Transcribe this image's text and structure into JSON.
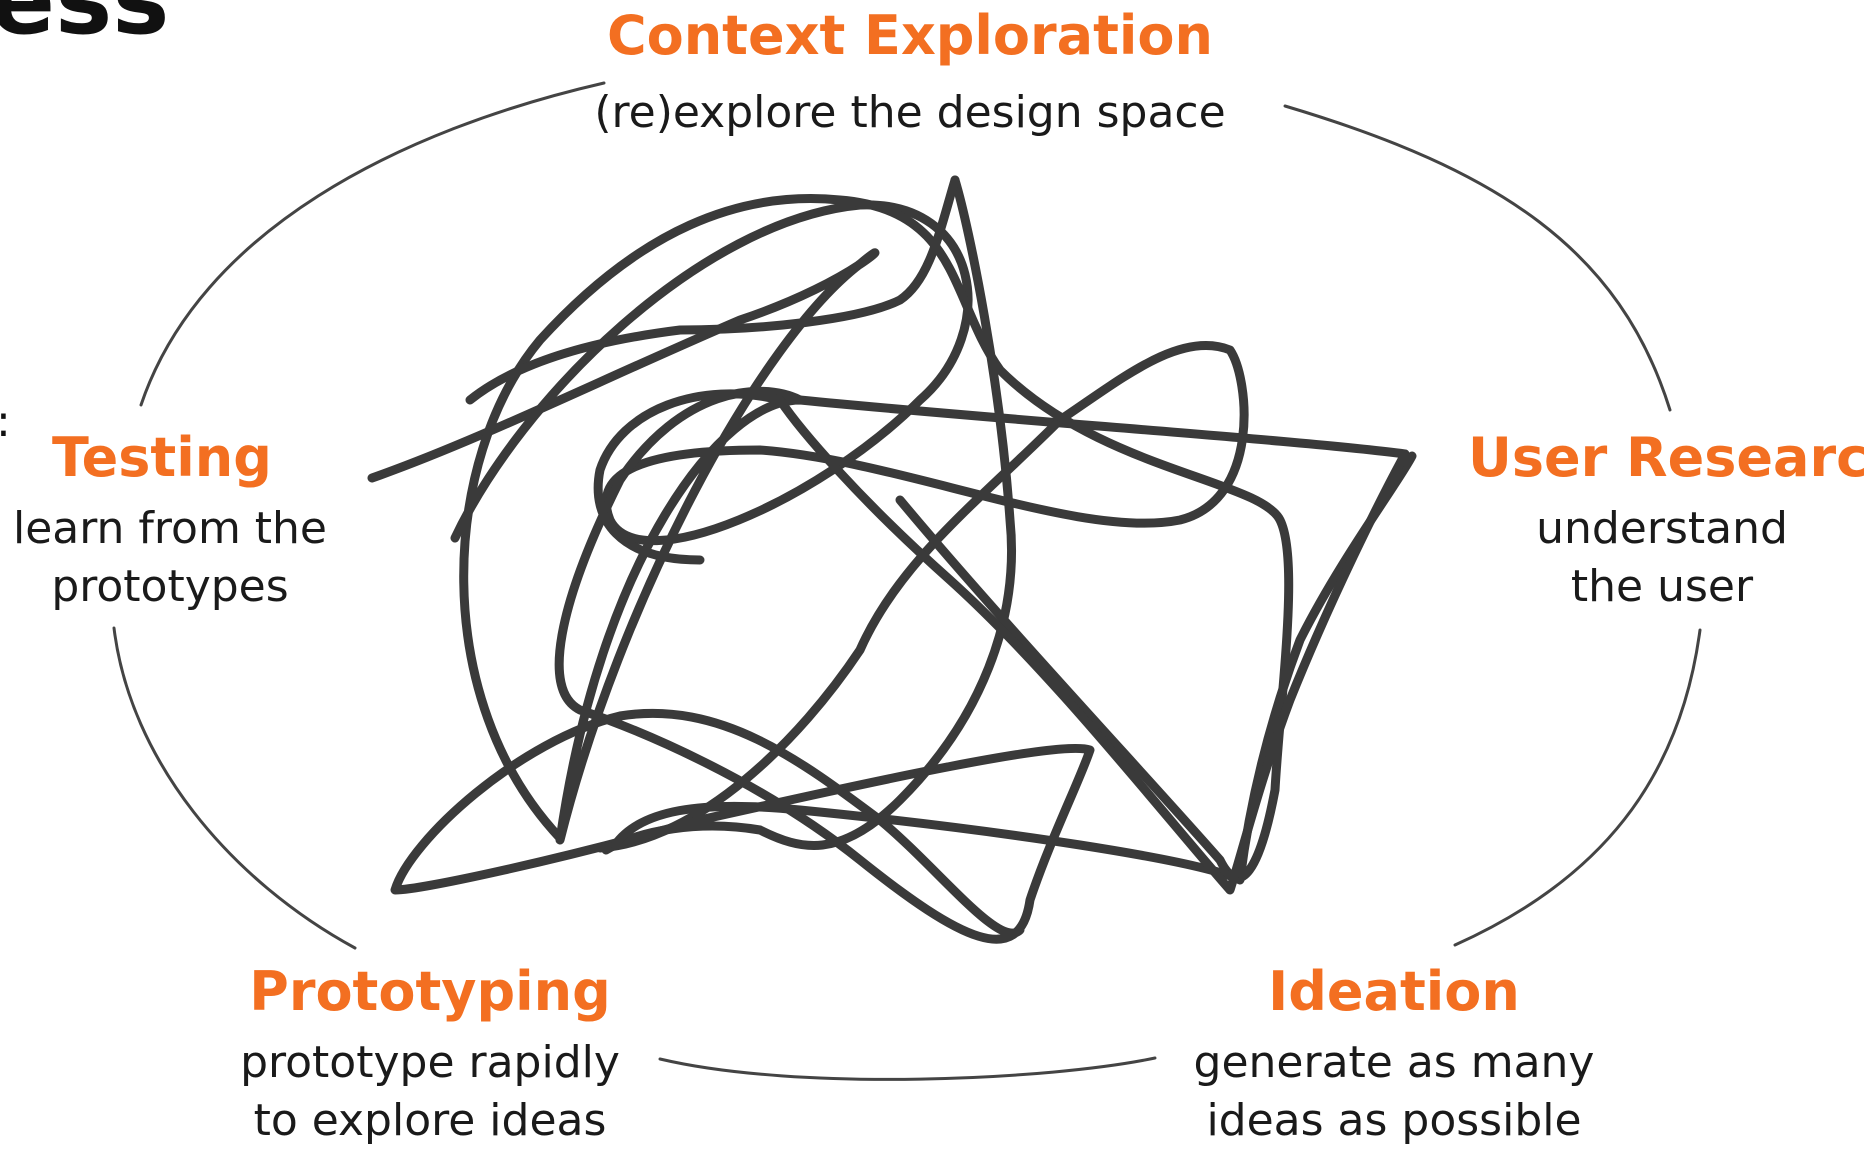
{
  "corner_title": "ess",
  "side_mark": ":",
  "stages": {
    "context": {
      "title": "Context Exploration",
      "desc_lines": [
        "(re)explore the design space"
      ]
    },
    "testing": {
      "title": "Testing",
      "desc_lines": [
        "learn from the",
        "prototypes"
      ]
    },
    "user_research": {
      "title": "User Research",
      "desc_lines": [
        "understand",
        "the user"
      ]
    },
    "prototyping": {
      "title": "Prototyping",
      "desc_lines": [
        "prototype rapidly",
        "to explore ideas"
      ]
    },
    "ideation": {
      "title": "Ideation",
      "desc_lines": [
        "generate as many",
        "ideas as possible"
      ]
    }
  },
  "colors": {
    "accent": "#f36f21",
    "text": "#1a1a1a",
    "cycle_line": "#444444",
    "scribble": "#3a3a3a"
  }
}
